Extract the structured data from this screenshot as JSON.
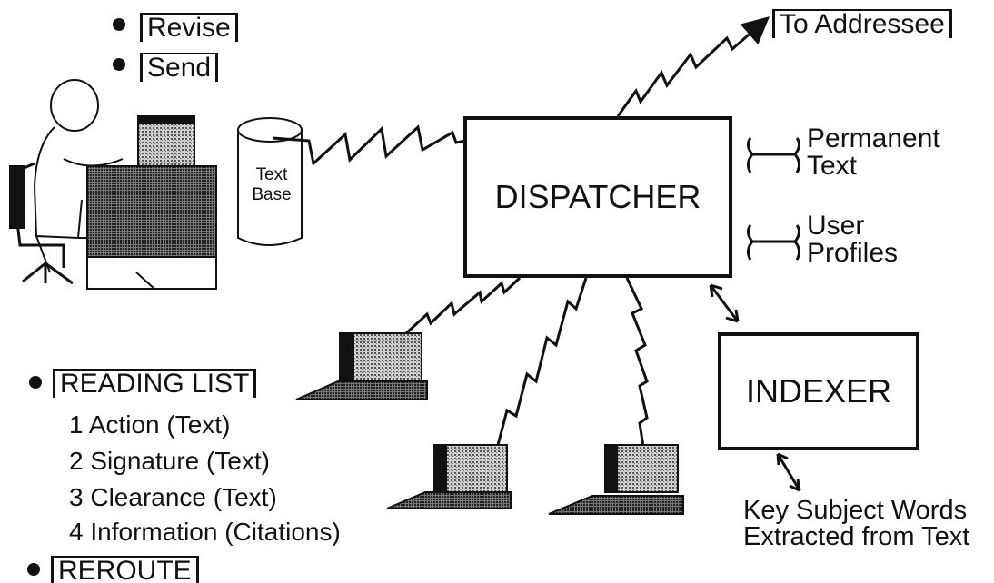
{
  "menu": {
    "revise": "Revise",
    "send": "Send"
  },
  "addressee_label": "To Addressee",
  "text_base_label": "Text Base",
  "dispatcher": {
    "label": "DISPATCHER",
    "permanent_text": "Permanent Text",
    "user_profiles": "User Profiles"
  },
  "indexer": {
    "label": "INDEXER",
    "keywords_note": "Key Subject Words Extracted from Text"
  },
  "reading_list": {
    "title": "READING LIST",
    "items": [
      {
        "number": "1",
        "label": "Action (Text)"
      },
      {
        "number": "2",
        "label": "Signature (Text)"
      },
      {
        "number": "3",
        "label": "Clearance (Text)"
      },
      {
        "number": "4",
        "label": "Information (Citations)"
      }
    ]
  },
  "reroute_label": "REROUTE",
  "colors": {
    "ink": "#111111",
    "screen_fill": "#9a9a9a",
    "background": "#ffffff"
  },
  "icons": [
    "person-at-workstation-icon",
    "computer-terminal-icon",
    "database-cylinder-icon",
    "bidirectional-arrow-icon"
  ]
}
